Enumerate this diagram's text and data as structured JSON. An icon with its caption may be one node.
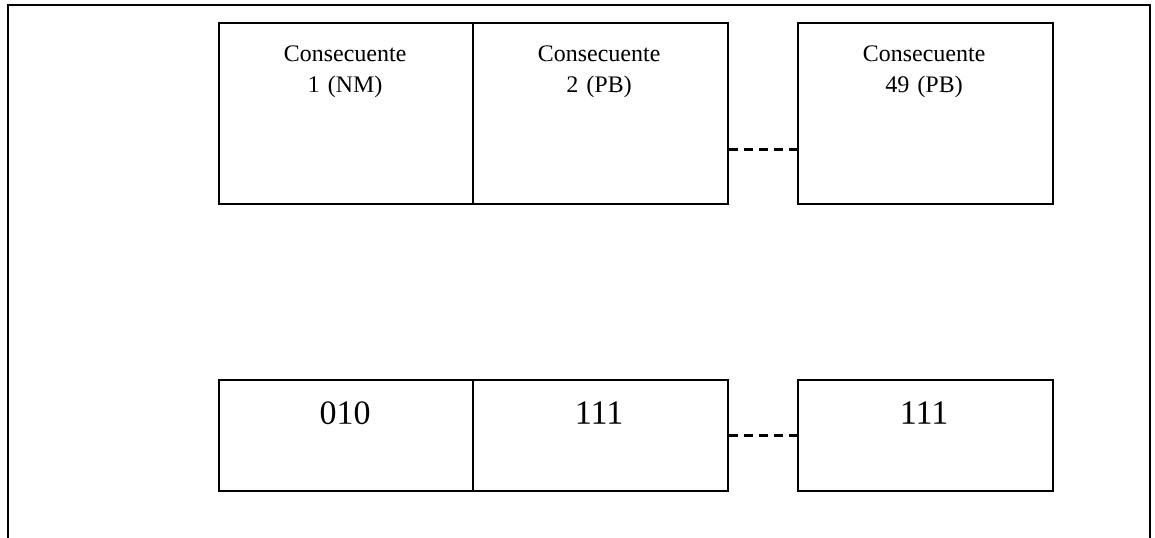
{
  "diagram": {
    "nodes": [
      {
        "text": [
          "Consecuente 1 (NM)"
        ]
      },
      {
        "text": [
          "Consecuente 2 (PB)"
        ]
      },
      {
        "text": [
          "Consecuente 49 (PB)"
        ]
      },
      {
        "text": [
          "010"
        ]
      },
      {
        "text": [
          "111"
        ]
      },
      {
        "text": [
          "111"
        ]
      }
    ],
    "edges": [
      {
        "from": 1,
        "to": 2,
        "arrow": "none",
        "style": "dashed"
      },
      {
        "from": 4,
        "to": 5,
        "arrow": "none",
        "style": "dashed"
      }
    ]
  }
}
